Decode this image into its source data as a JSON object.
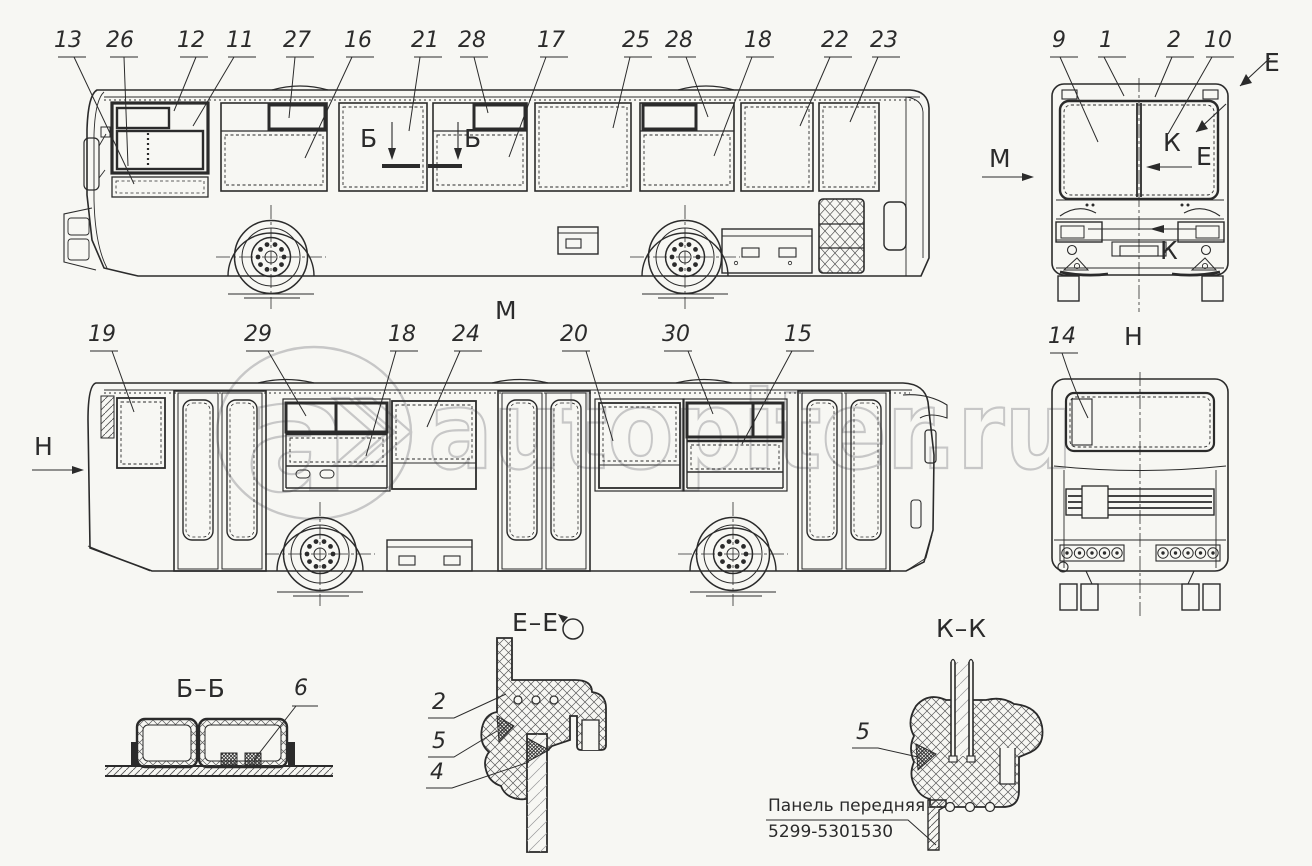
{
  "colors": {
    "background": "#f7f7f3",
    "line": "#2b2b2b",
    "watermark": "#c7c7c7"
  },
  "watermark": {
    "logo_letter": "a",
    "text": "autopiter.ru"
  },
  "top_view": {
    "callouts": [
      "13",
      "26",
      "12",
      "11",
      "27",
      "16",
      "21",
      "28",
      "17",
      "25",
      "28",
      "18",
      "22",
      "23"
    ],
    "section_b": "Б"
  },
  "front_view": {
    "callouts": [
      "9",
      "1",
      "2",
      "10"
    ],
    "view_marker": "М",
    "section_k": "К",
    "section_e": "Е"
  },
  "bottom_view": {
    "callouts": [
      "19",
      "29",
      "18",
      "24",
      "20",
      "30",
      "15"
    ],
    "view_label": "М",
    "view_marker": "Н"
  },
  "rear_view": {
    "callout": "14",
    "view_label": "Н"
  },
  "sections": {
    "bb": {
      "title": "Б–Б",
      "callout": "6"
    },
    "ee": {
      "title": "Е–Е",
      "callouts": [
        "2",
        "5",
        "4"
      ]
    },
    "kk": {
      "title": "К–К",
      "callout": "5",
      "note_line1": "Панель передняя",
      "note_line2": "5299-5301530"
    }
  }
}
